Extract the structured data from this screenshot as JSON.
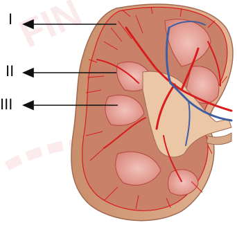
{
  "labels": [
    {
      "id": "I",
      "text": "I"
    },
    {
      "id": "II",
      "text": "II"
    },
    {
      "id": "III",
      "text": "III"
    }
  ],
  "colors": {
    "capsule": "#d8a27c",
    "cortex": "#c9816a",
    "pyramid": "#e6a59a",
    "artery": "#d81c1c",
    "vein": "#3f5fa3",
    "pelvis": "#ecc7a6"
  },
  "watermark": "FIN"
}
